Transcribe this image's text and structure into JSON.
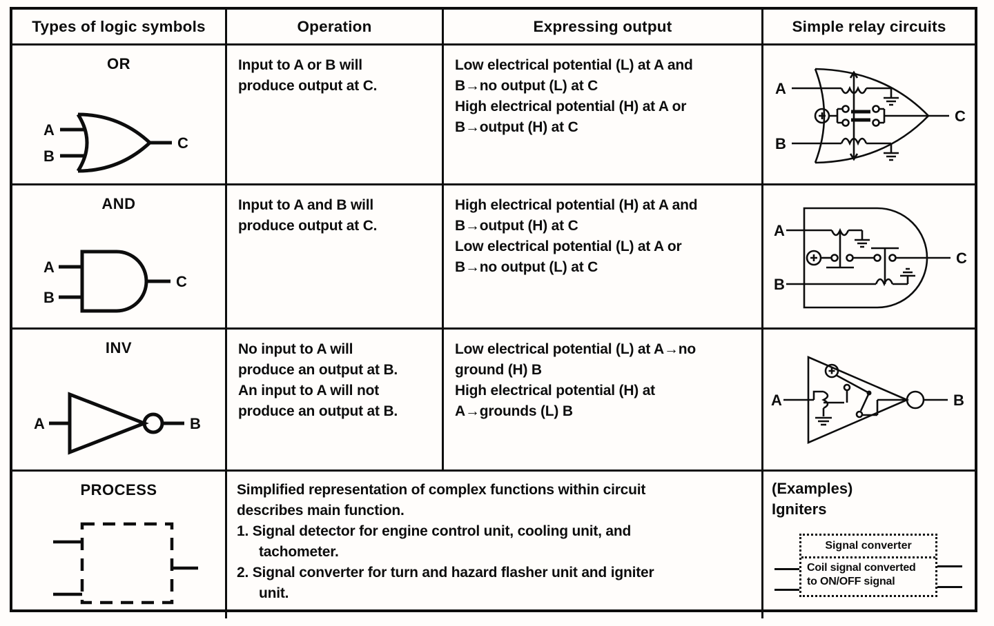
{
  "colors": {
    "ink": "#0d0d0d",
    "paper": "#ffffff"
  },
  "table": {
    "headers": [
      "Types of logic symbols",
      "Operation",
      "Expressing output",
      "Simple relay circuits"
    ],
    "rows": [
      {
        "type_label": "OR",
        "symbol": {
          "input_a": "A",
          "input_b": "B",
          "output": "C"
        },
        "operation": "Input to A or B will\nproduce output at C.",
        "expressing_output": "Low electrical potential (L) at A and\nB→no output (L) at C\nHigh electrical potential (H) at A or\nB→output (H) at C",
        "relay": {
          "input_a": "A",
          "input_b": "B",
          "output": "C"
        }
      },
      {
        "type_label": "AND",
        "symbol": {
          "input_a": "A",
          "input_b": "B",
          "output": "C"
        },
        "operation": "Input to A and B will\nproduce output at C.",
        "expressing_output": "High electrical potential (H) at A and\nB→output (H) at C\nLow electrical potential (L) at A or\nB→no output (L) at C",
        "relay": {
          "input_a": "A",
          "input_b": "B",
          "output": "C"
        }
      },
      {
        "type_label": "INV",
        "symbol": {
          "input_a": "A",
          "output": "B"
        },
        "operation": "No input to A will\nproduce an output at B.\nAn input to A will not\nproduce an output at B.",
        "expressing_output": "Low electrical potential (L) at A→no\nground (H) B\nHigh electrical potential (H) at\nA→grounds (L) B",
        "relay": {
          "input_a": "A",
          "output": "B"
        }
      },
      {
        "type_label": "PROCESS",
        "description": {
          "intro": "Simplified representation of complex functions within circuit\ndescribes main function.",
          "items": [
            "1. Signal detector for engine control unit, cooling unit, and\ntachometer.",
            "2. Signal converter for turn and hazard flasher unit and igniter\nunit."
          ]
        },
        "examples": {
          "heading": "(Examples)\nIgniters",
          "box_top": "Signal converter",
          "box_bottom": "Coil signal converted\nto ON/OFF signal"
        }
      }
    ]
  }
}
